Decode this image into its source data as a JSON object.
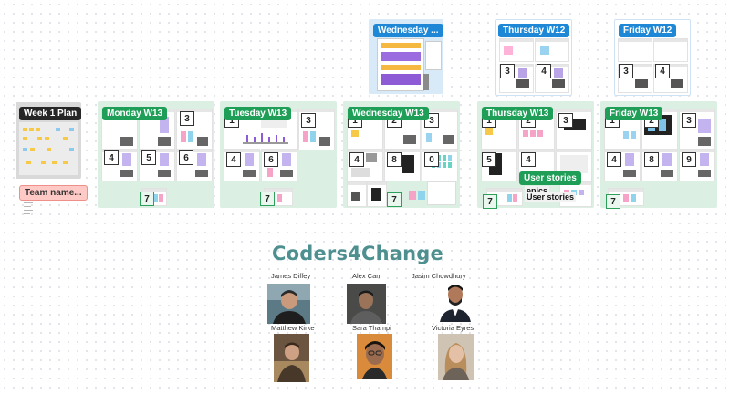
{
  "week_plan": {
    "title": "Week 1  Plan",
    "team_tag": "Team name..."
  },
  "days_w12": [
    {
      "label": "Wednesday ..."
    },
    {
      "label": "Thursday W12",
      "nums": [
        "3",
        "4"
      ]
    },
    {
      "label": "Friday W12",
      "nums": [
        "3",
        "4"
      ]
    }
  ],
  "days_w13": [
    {
      "label": "Monday W13",
      "nums": [
        "3",
        "4",
        "5",
        "6",
        "7"
      ]
    },
    {
      "label": "Tuesday W13",
      "nums": [
        "1",
        "3",
        "4",
        "6",
        "7"
      ]
    },
    {
      "label": "Wednesday W13",
      "nums": [
        "1",
        "2",
        "3",
        "4",
        "8",
        "0",
        "7"
      ]
    },
    {
      "label": "Thursday W13",
      "nums": [
        "1",
        "2",
        "3",
        "5",
        "4",
        "7"
      ]
    },
    {
      "label": "Friday W13",
      "nums": [
        "1",
        "2",
        "3",
        "4",
        "8",
        "9",
        "7"
      ]
    }
  ],
  "stories": {
    "tag": "User stories",
    "epics": "epics",
    "user_stories": "User stories"
  },
  "team": {
    "name": "Coders4Change",
    "members": [
      {
        "name": "James Diffey"
      },
      {
        "name": "Alex Carr"
      },
      {
        "name": "Jasim Chowdhury"
      },
      {
        "name": "Matthew Kirke"
      },
      {
        "name": "Sara Thampi"
      },
      {
        "name": "Victoria Eyres"
      }
    ]
  },
  "colors": {
    "day_tag_w13": "#1f9e57",
    "day_tag_w12": "#1e88d6",
    "plan_tag": "#262626",
    "team_title": "#4e8f8f",
    "frame_green": "#dcefe3",
    "frame_blue": "#d8e9f7"
  }
}
